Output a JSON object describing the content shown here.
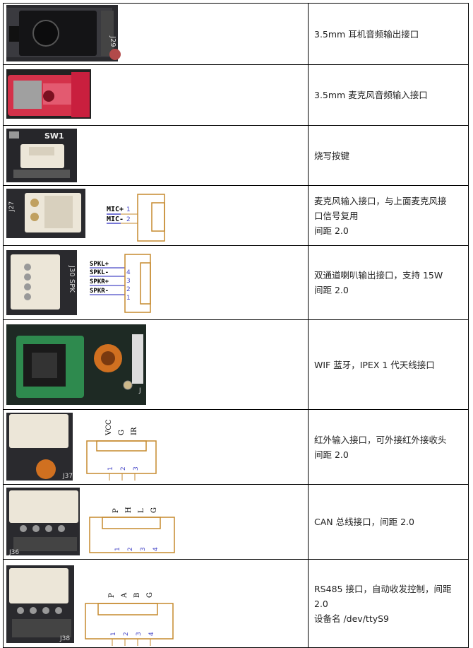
{
  "rows": [
    {
      "id": "r1",
      "lines": [
        "3.5mm 耳机音频输出接口"
      ],
      "labels": {
        "ref": "J29"
      }
    },
    {
      "id": "r2",
      "lines": [
        "3.5mm  麦克风音频输入接口"
      ],
      "labels": {}
    },
    {
      "id": "r3",
      "lines": [
        "烧写按键"
      ],
      "labels": {
        "ref": "SW1"
      }
    },
    {
      "id": "r4",
      "lines": [
        "麦克风输入接口，与上面麦克风接",
        "口信号复用",
        "间距 2.0"
      ],
      "labels": {
        "ref": "J27",
        "pins": [
          "MIC+",
          "MIC-"
        ],
        "nums": [
          "1",
          "2"
        ]
      }
    },
    {
      "id": "r5",
      "lines": [
        "双通道喇叭输出接口，支持 15W",
        "间距 2.0"
      ],
      "labels": {
        "ref": "J30 SPK",
        "pins": [
          "SPKL+",
          "SPKL-",
          "SPKR+",
          "SPKR-"
        ],
        "nums": [
          "4",
          "3",
          "2",
          "1"
        ]
      }
    },
    {
      "id": "r6",
      "lines": [
        "WIF 蓝牙，IPEX 1 代天线接口"
      ],
      "labels": {
        "ref": "J"
      }
    },
    {
      "id": "r7",
      "lines": [
        "红外输入接口，可外接红外接收头",
        "间距 2.0"
      ],
      "labels": {
        "ref": "J37",
        "pins": [
          "VCC",
          "G",
          "IR"
        ],
        "nums": [
          "1",
          "2",
          "3"
        ]
      }
    },
    {
      "id": "r8",
      "lines": [
        "CAN 总线接口，间距 2.0"
      ],
      "labels": {
        "ref": "J36",
        "pins": [
          "P",
          "H",
          "L",
          "G"
        ],
        "nums": [
          "1",
          "2",
          "3",
          "4"
        ]
      }
    },
    {
      "id": "r9",
      "lines": [
        "RS485 接口，自动收发控制，间距",
        "2.0",
        "设备名  /dev/ttyS9"
      ],
      "labels": {
        "ref": "J38",
        "pins": [
          "P",
          "A",
          "B",
          "G"
        ],
        "nums": [
          "1",
          "2",
          "3",
          "4"
        ]
      }
    }
  ],
  "colors": {
    "border": "#000000",
    "connector": "#c68a2e",
    "pin_num": "#4a4ac8",
    "pcb": "#1e1e22",
    "red": "#d4324a",
    "white_conn": "#ece6d8"
  }
}
